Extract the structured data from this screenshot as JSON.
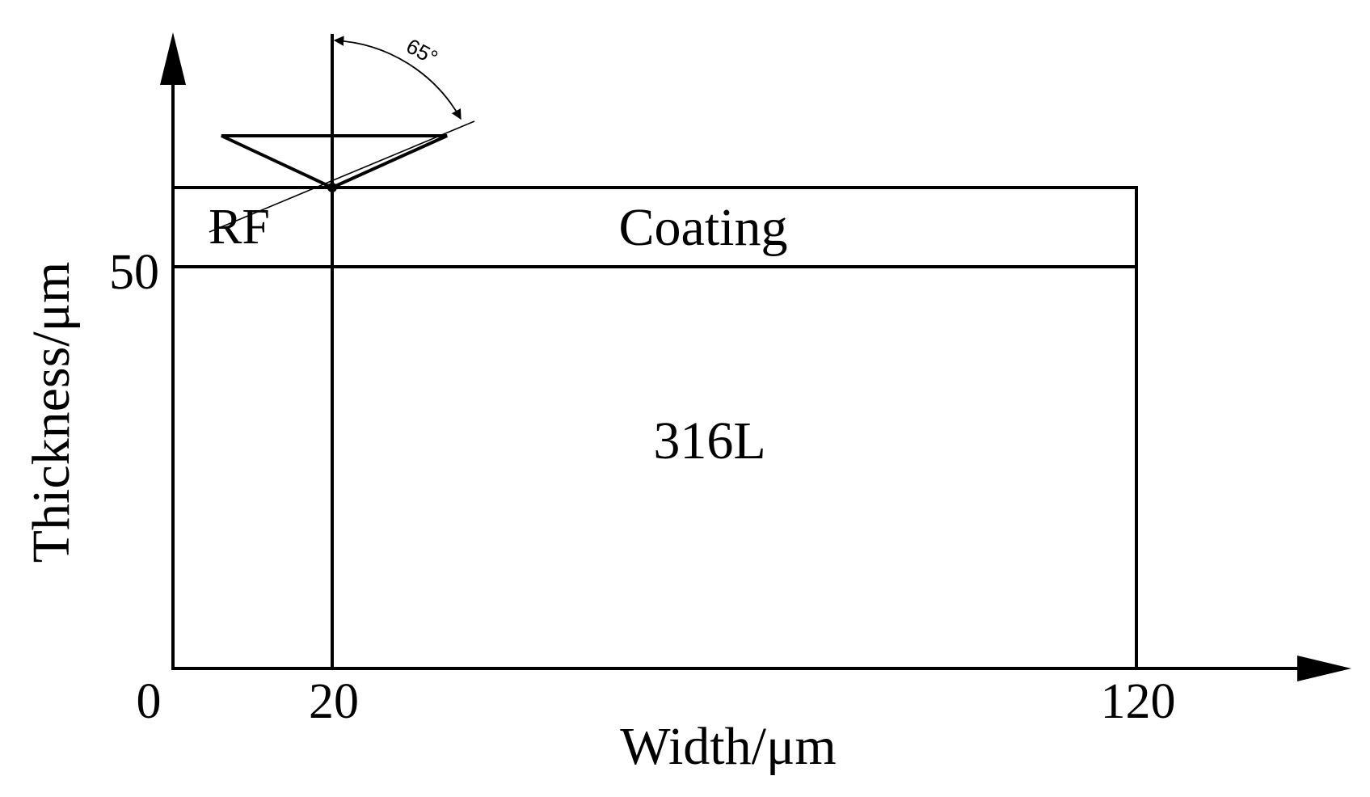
{
  "diagram": {
    "axes": {
      "x_label": "Width/μm",
      "y_label": "Thickness/μm",
      "x_ticks": [
        "0",
        "20",
        "120"
      ],
      "y_ticks": [
        "50"
      ]
    },
    "regions": {
      "coating": "Coating",
      "substrate": "316L",
      "reference": "RF"
    },
    "indenter": {
      "angle_label": "65°"
    },
    "colors": {
      "line": "#000000",
      "background": "#ffffff"
    }
  }
}
